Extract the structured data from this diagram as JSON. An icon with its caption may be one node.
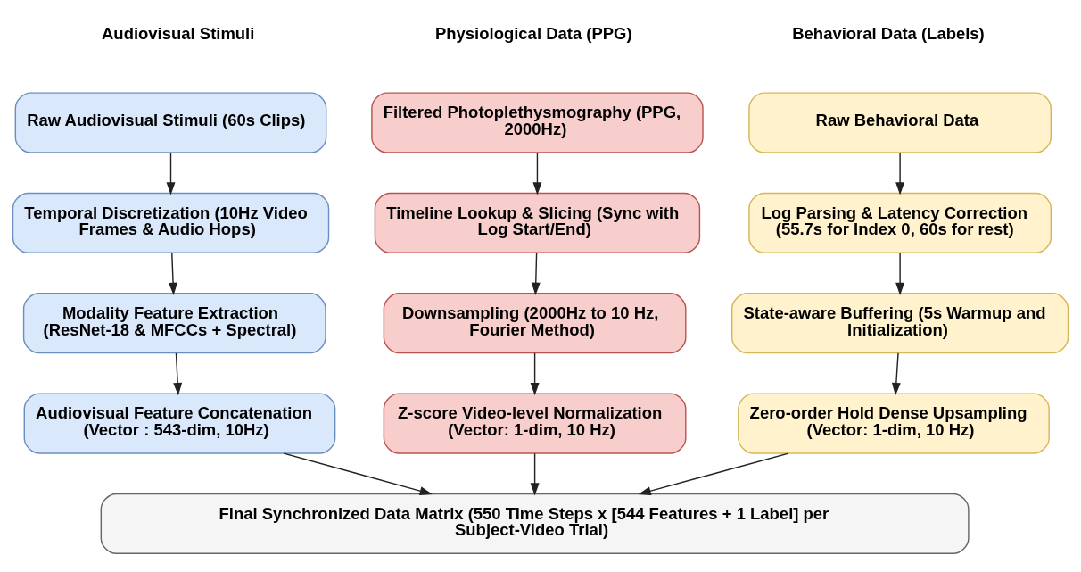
{
  "diagram": {
    "nodes": [
      {
        "text": [
          "Raw Audiovisual Stimuli (60s Clips)"
        ]
      },
      {
        "text": [
          "Temporal Discretization (10Hz Video Frames & Audio Hops)"
        ]
      },
      {
        "text": [
          "Modality Feature Extraction (ResNet-18 & MFCCs + Spectral)"
        ]
      },
      {
        "text": [
          "Audiovisual Feature Concatenation (Vector : 543-dim, 10Hz)"
        ]
      },
      {
        "text": [
          "Filtered Photoplethysmography (PPG, 2000Hz)"
        ]
      },
      {
        "text": [
          "Timeline Lookup & Slicing (Sync with Log Start/End)"
        ]
      },
      {
        "text": [
          "Downsampling (2000Hz to 10 Hz, Fourier Method)"
        ]
      },
      {
        "text": [
          "Z-score Video-level Normalization (Vector: 1-dim, 10 Hz)"
        ]
      },
      {
        "text": [
          "Raw Behavioral Data"
        ]
      },
      {
        "text": [
          "Log Parsing & Latency Correction (55.7s for Index 0, 60s for rest)"
        ]
      },
      {
        "text": [
          "State-aware Buffering (5s Warmup and Initialization)"
        ]
      },
      {
        "text": [
          "Zero-order Hold Dense Upsampling (Vector: 1-dim, 10 Hz)"
        ]
      },
      {
        "text": [
          "Final Synchronized Data Matrix (550 Time Steps x [544 Features + 1 Label] per Subject-Video Trial)"
        ]
      }
    ],
    "edges": [
      {
        "from": 0,
        "to": 1,
        "arrow": "to"
      },
      {
        "from": 1,
        "to": 2,
        "arrow": "to"
      },
      {
        "from": 2,
        "to": 3,
        "arrow": "to"
      },
      {
        "from": 4,
        "to": 5,
        "arrow": "to"
      },
      {
        "from": 5,
        "to": 6,
        "arrow": "to"
      },
      {
        "from": 6,
        "to": 7,
        "arrow": "to"
      },
      {
        "from": 8,
        "to": 9,
        "arrow": "to"
      },
      {
        "from": 9,
        "to": 10,
        "arrow": "to"
      },
      {
        "from": 10,
        "to": 11,
        "arrow": "to"
      },
      {
        "from": 3,
        "to": 12,
        "arrow": "to"
      },
      {
        "from": 7,
        "to": 12,
        "arrow": "to"
      },
      {
        "from": 11,
        "to": 12,
        "arrow": "to"
      }
    ],
    "labels": [
      "Audiovisual Stimuli",
      "Physiological Data (PPG)",
      "Behavioral Data (Labels)"
    ]
  }
}
